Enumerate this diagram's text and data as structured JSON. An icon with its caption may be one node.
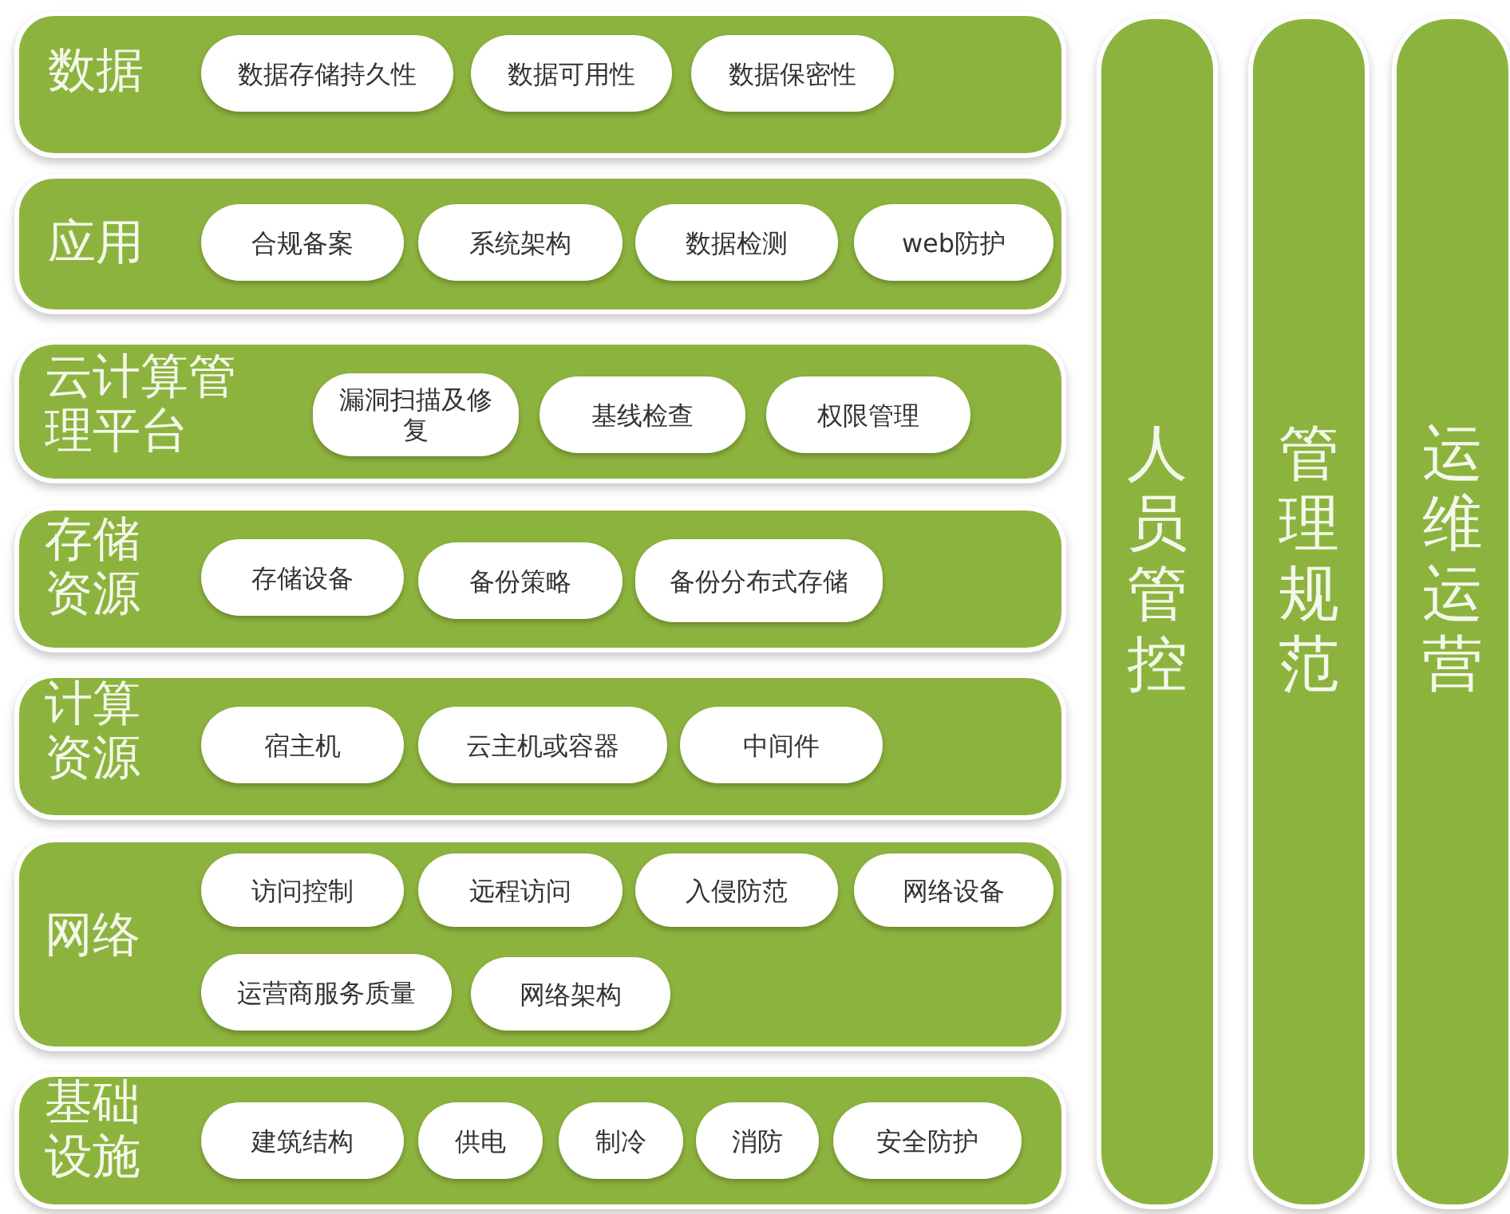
{
  "diagram": {
    "nodes": [
      {
        "text": [
          "数据"
        ]
      },
      {
        "text": [
          "数据存储持久性"
        ],
        "in": 0
      },
      {
        "text": [
          "数据可用性"
        ],
        "in": 0
      },
      {
        "text": [
          "数据保密性"
        ],
        "in": 0
      },
      {
        "text": [
          "应用"
        ]
      },
      {
        "text": [
          "合规备案"
        ],
        "in": 4
      },
      {
        "text": [
          "系统架构"
        ],
        "in": 4
      },
      {
        "text": [
          "数据检测"
        ],
        "in": 4
      },
      {
        "text": [
          "web防护"
        ],
        "in": 4
      },
      {
        "text": [
          "云计算管理平台"
        ]
      },
      {
        "text": [
          "漏洞扫描及修复"
        ],
        "in": 9
      },
      {
        "text": [
          "基线检查"
        ],
        "in": 9
      },
      {
        "text": [
          "权限管理"
        ],
        "in": 9
      },
      {
        "text": [
          "存储资源"
        ]
      },
      {
        "text": [
          "存储设备"
        ],
        "in": 13
      },
      {
        "text": [
          "备份策略"
        ],
        "in": 13
      },
      {
        "text": [
          "备份分布式存储"
        ],
        "in": 13
      },
      {
        "text": [
          "计算资源"
        ]
      },
      {
        "text": [
          "宿主机"
        ],
        "in": 17
      },
      {
        "text": [
          "云主机或容器"
        ],
        "in": 17
      },
      {
        "text": [
          "中间件"
        ],
        "in": 17
      },
      {
        "text": [
          "网络"
        ]
      },
      {
        "text": [
          "访问控制"
        ],
        "in": 21
      },
      {
        "text": [
          "远程访问"
        ],
        "in": 21
      },
      {
        "text": [
          "入侵防范"
        ],
        "in": 21
      },
      {
        "text": [
          "网络设备"
        ],
        "in": 21
      },
      {
        "text": [
          "运营商服务质量"
        ],
        "in": 21
      },
      {
        "text": [
          "网络架构"
        ],
        "in": 21
      },
      {
        "text": [
          "基础设施"
        ]
      },
      {
        "text": [
          "建筑结构"
        ],
        "in": 28
      },
      {
        "text": [
          "供电"
        ],
        "in": 28
      },
      {
        "text": [
          "制冷"
        ],
        "in": 28
      },
      {
        "text": [
          "消防"
        ],
        "in": 28
      },
      {
        "text": [
          "安全防护"
        ],
        "in": 28
      },
      {
        "text": [
          "人员管控"
        ]
      },
      {
        "text": [
          "管理规范"
        ]
      },
      {
        "text": [
          "运维运营"
        ]
      }
    ]
  }
}
